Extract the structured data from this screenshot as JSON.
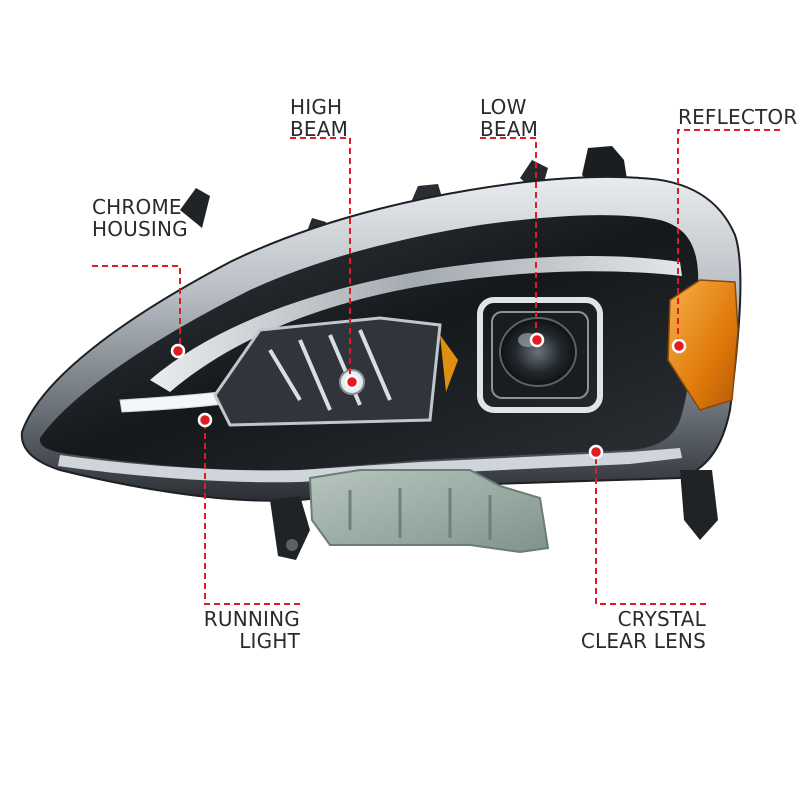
{
  "callouts": {
    "chrome_housing": {
      "lines": [
        "CHROME",
        "HOUSING"
      ]
    },
    "high_beam": {
      "lines": [
        "HIGH",
        "BEAM"
      ]
    },
    "low_beam": {
      "lines": [
        "LOW",
        "BEAM"
      ]
    },
    "reflector": {
      "lines": [
        "REFLECTOR"
      ]
    },
    "running_light": {
      "lines": [
        "RUNNING",
        "LIGHT"
      ]
    },
    "crystal_clear_lens": {
      "lines": [
        "CRYSTAL",
        "CLEAR LENS"
      ]
    }
  },
  "colors": {
    "leader_line": "#e01b24",
    "marker_dot": "#e01b24",
    "label_text": "#2b2b2b",
    "housing_chrome": "#9aa0a6",
    "housing_dark": "#1c1f22",
    "amber": "#e8860c",
    "bracket_gray": "#8fa39a"
  }
}
